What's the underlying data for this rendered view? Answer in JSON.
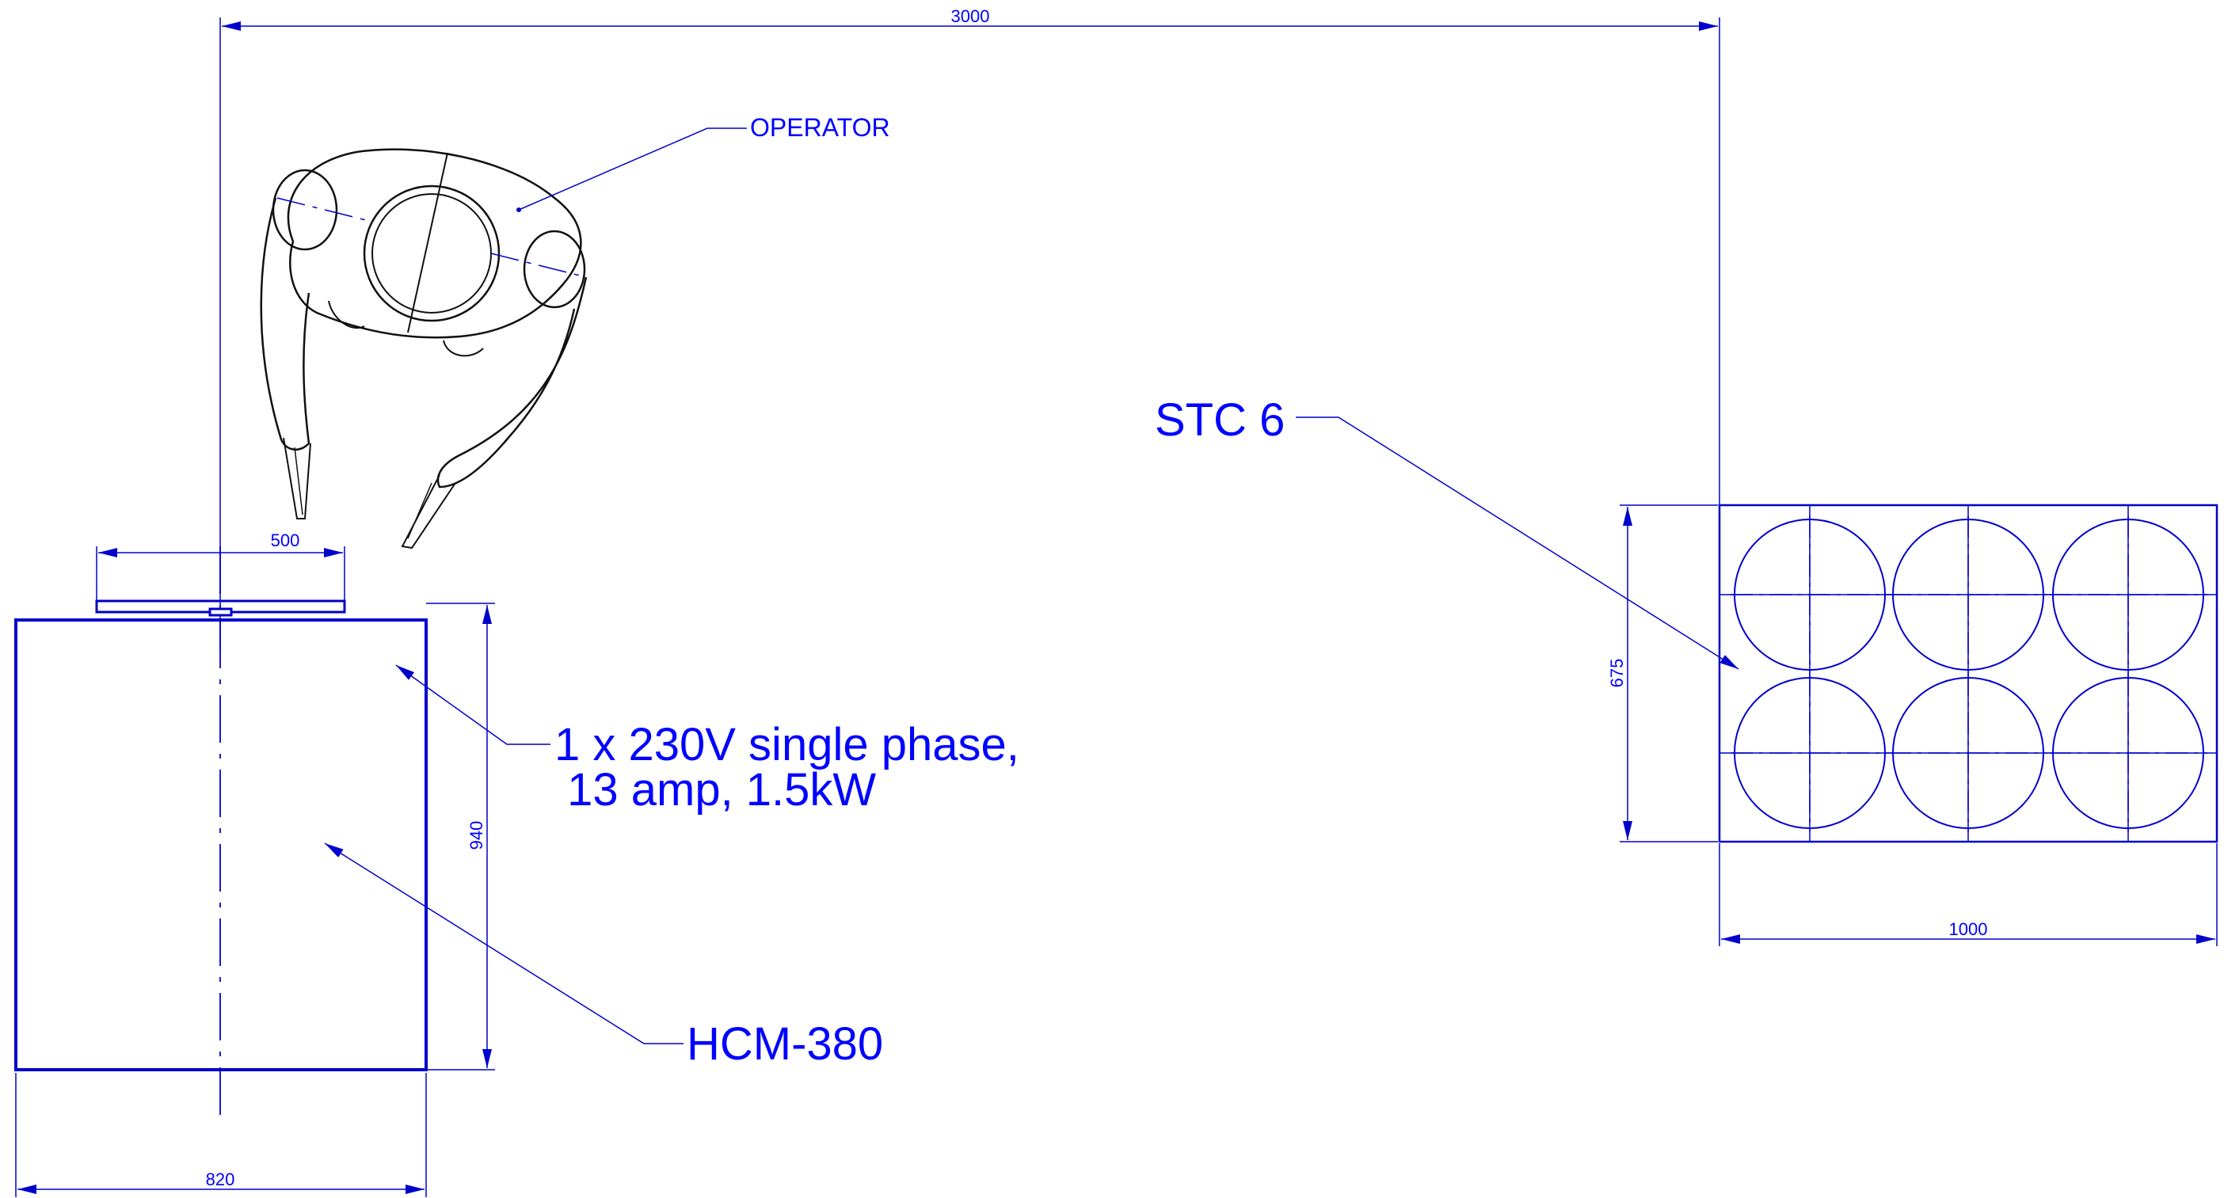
{
  "dimensions": {
    "overall_width": "3000",
    "pedal_width": "500",
    "machine_depth": "940",
    "machine_width": "820",
    "stand_depth": "675",
    "stand_width": "1000"
  },
  "labels": {
    "operator": "OPERATOR",
    "stand": "STC 6",
    "machine": "HCM-380",
    "power_line1": "1 x 230V single phase,",
    "power_line2": " 13 amp, 1.5kW"
  },
  "colors": {
    "linework": "#0000cc",
    "figure": "#111111",
    "background": "#ffffff"
  }
}
